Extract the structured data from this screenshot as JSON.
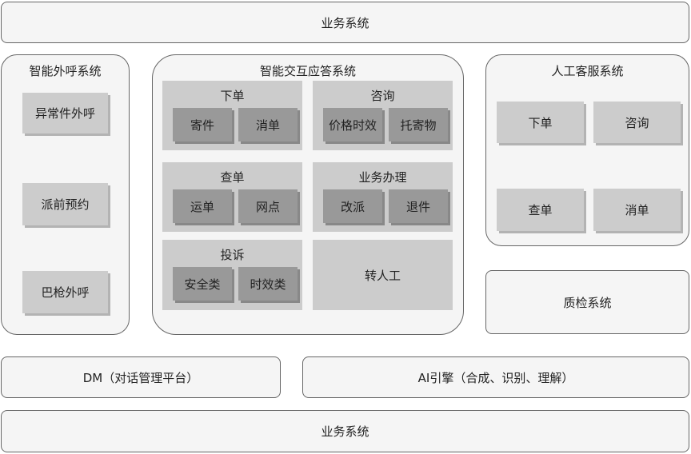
{
  "top": "业务系统",
  "left": {
    "title": "智能外呼系统",
    "items": [
      "异常件外呼",
      "派前预约",
      "巴枪外呼"
    ]
  },
  "middle": {
    "title": "智能交互应答系统",
    "groups": [
      {
        "label": "下单",
        "items": [
          "寄件",
          "消单"
        ]
      },
      {
        "label": "咨询",
        "items": [
          "价格时效",
          "托寄物"
        ]
      },
      {
        "label": "查单",
        "items": [
          "运单",
          "网点"
        ]
      },
      {
        "label": "业务办理",
        "items": [
          "改派",
          "退件"
        ]
      },
      {
        "label": "投诉",
        "items": [
          "安全类",
          "时效类"
        ]
      },
      {
        "label": "转人工",
        "items": []
      }
    ]
  },
  "right": {
    "title": "人工客服系统",
    "items": [
      "下单",
      "咨询",
      "查单",
      "消单"
    ]
  },
  "qc": "质检系统",
  "dm": "DM（对话管理平台）",
  "ai": "AI引擎（合成、识别、理解）",
  "bottom": "业务系统"
}
